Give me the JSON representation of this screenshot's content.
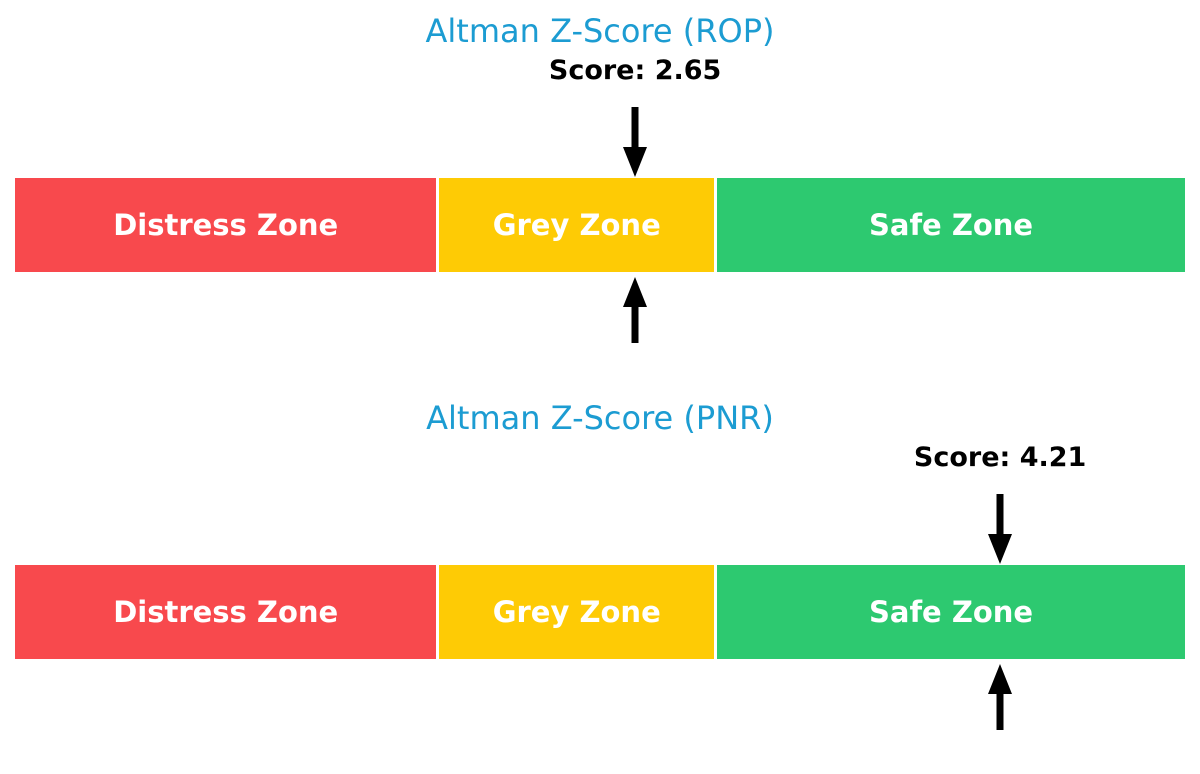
{
  "colors": {
    "background": "#FFFFFF",
    "title_blue": "#1C9CD2",
    "score_text": "#000000",
    "arrow_black": "#000000",
    "zone_label_text": "#FFFFFF",
    "distress_red": "#F8494D",
    "grey_yellow": "#FECB05",
    "safe_green": "#2DC970"
  },
  "chart_data": [
    {
      "type": "bar",
      "title": "Altman Z-Score (ROP)",
      "score": 2.65,
      "score_label": "Score: 2.65",
      "scale": {
        "min": 0,
        "max": 5
      },
      "legend_position": "none",
      "grid": false,
      "zones": [
        {
          "label": "Distress Zone",
          "from": 0,
          "to": 1.81,
          "color": "#F8494D"
        },
        {
          "label": "Grey Zone",
          "from": 1.81,
          "to": 2.99,
          "color": "#FECB05"
        },
        {
          "label": "Safe Zone",
          "from": 2.99,
          "to": 5,
          "color": "#2DC970"
        }
      ],
      "marker": {
        "value": 2.65,
        "zone": "Grey Zone",
        "indicators": [
          "arrow-down-above-bar",
          "arrow-up-below-bar"
        ]
      }
    },
    {
      "type": "bar",
      "title": "Altman Z-Score (PNR)",
      "score": 4.21,
      "score_label": "Score: 4.21",
      "scale": {
        "min": 0,
        "max": 5
      },
      "legend_position": "none",
      "grid": false,
      "zones": [
        {
          "label": "Distress Zone",
          "from": 0,
          "to": 1.81,
          "color": "#F8494D"
        },
        {
          "label": "Grey Zone",
          "from": 1.81,
          "to": 2.99,
          "color": "#FECB05"
        },
        {
          "label": "Safe Zone",
          "from": 2.99,
          "to": 5,
          "color": "#2DC970"
        }
      ],
      "marker": {
        "value": 4.21,
        "zone": "Safe Zone",
        "indicators": [
          "arrow-down-above-bar",
          "arrow-up-below-bar"
        ]
      }
    }
  ]
}
